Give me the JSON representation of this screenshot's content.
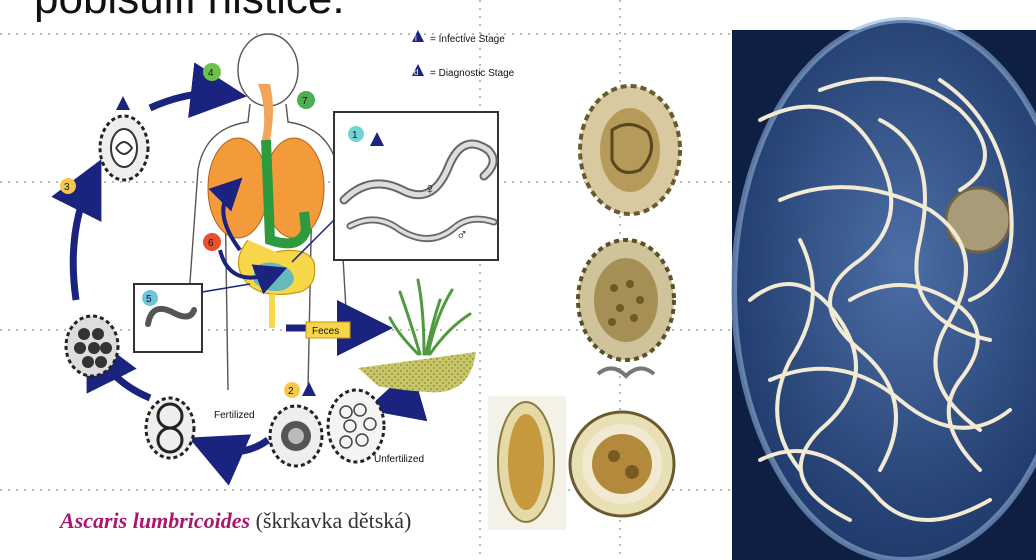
{
  "slide": {
    "title": "pobisulfi histice."
  },
  "lifecycle": {
    "legend": {
      "infective": "= Infective Stage",
      "diagnostic": "= Diagnostic Stage",
      "infective_letter": "i",
      "diagnostic_letter": "d"
    },
    "steps": [
      "1",
      "2",
      "3",
      "4",
      "5",
      "6",
      "7"
    ],
    "labels": {
      "feces": "Feces",
      "fertilized": "Fertilized",
      "unfertilized": "Unfertilized",
      "female": "♀",
      "male": "♂"
    },
    "colors": {
      "arrow": "#1a237e",
      "lungs": "#f39a3a",
      "intestine": "#f7d64a",
      "stomach": "#2e9a3e",
      "step1": "#6fd3d8",
      "step2": "#f7c948",
      "step3": "#f7c948",
      "step4": "#6cc24a",
      "step5": "#6fc5dd",
      "step6": "#e8512b",
      "step7": "#4caf50"
    }
  },
  "caption": {
    "scientific": "Ascaris lumbricoides",
    "common": "(škrkavka dětská)"
  }
}
